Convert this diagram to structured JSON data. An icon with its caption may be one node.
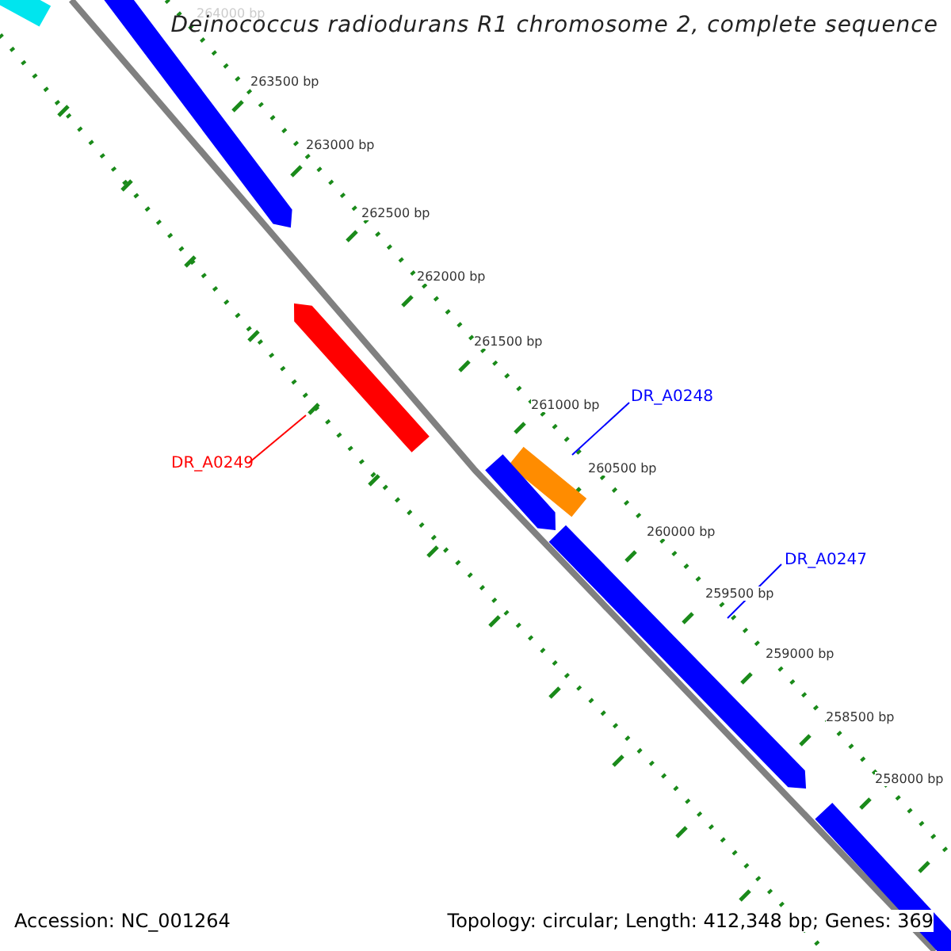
{
  "diagram": {
    "title": "Deinococcus radiodurans R1 chromosome 2, complete sequence",
    "nodes": [
      {
        "text": [
          "DR_A0249"
        ]
      },
      {
        "text": [
          "DR_A0248"
        ]
      },
      {
        "text": [
          "DR_A0247"
        ]
      },
      {
        "text": [],
        "shape": "bar"
      },
      {
        "text": [],
        "shape": "bar"
      },
      {
        "text": [],
        "shape": "bar"
      },
      {
        "text": [],
        "shape": "bar"
      },
      {
        "text": [],
        "shape": "bar"
      },
      {
        "text": [],
        "shape": "bar"
      },
      {
        "text": [],
        "shape": "bar"
      }
    ],
    "edges": [
      {
        "from": 0,
        "to": 5,
        "arrow": "none",
        "color": "#ff0000"
      },
      {
        "from": 1,
        "to": 6,
        "arrow": "none"
      },
      {
        "from": 2,
        "to": 8,
        "arrow": "none"
      }
    ],
    "labels": [
      "264000 bp",
      "263500 bp",
      "263000 bp",
      "262500 bp",
      "262000 bp",
      "261500 bp",
      "261000 bp",
      "260500 bp",
      "260000 bp",
      "259500 bp",
      "259000 bp",
      "258500 bp",
      "258000 bp",
      "Accession: NC_001264",
      "Topology: circular; Length: 412,348 bp; Genes: 369"
    ]
  }
}
